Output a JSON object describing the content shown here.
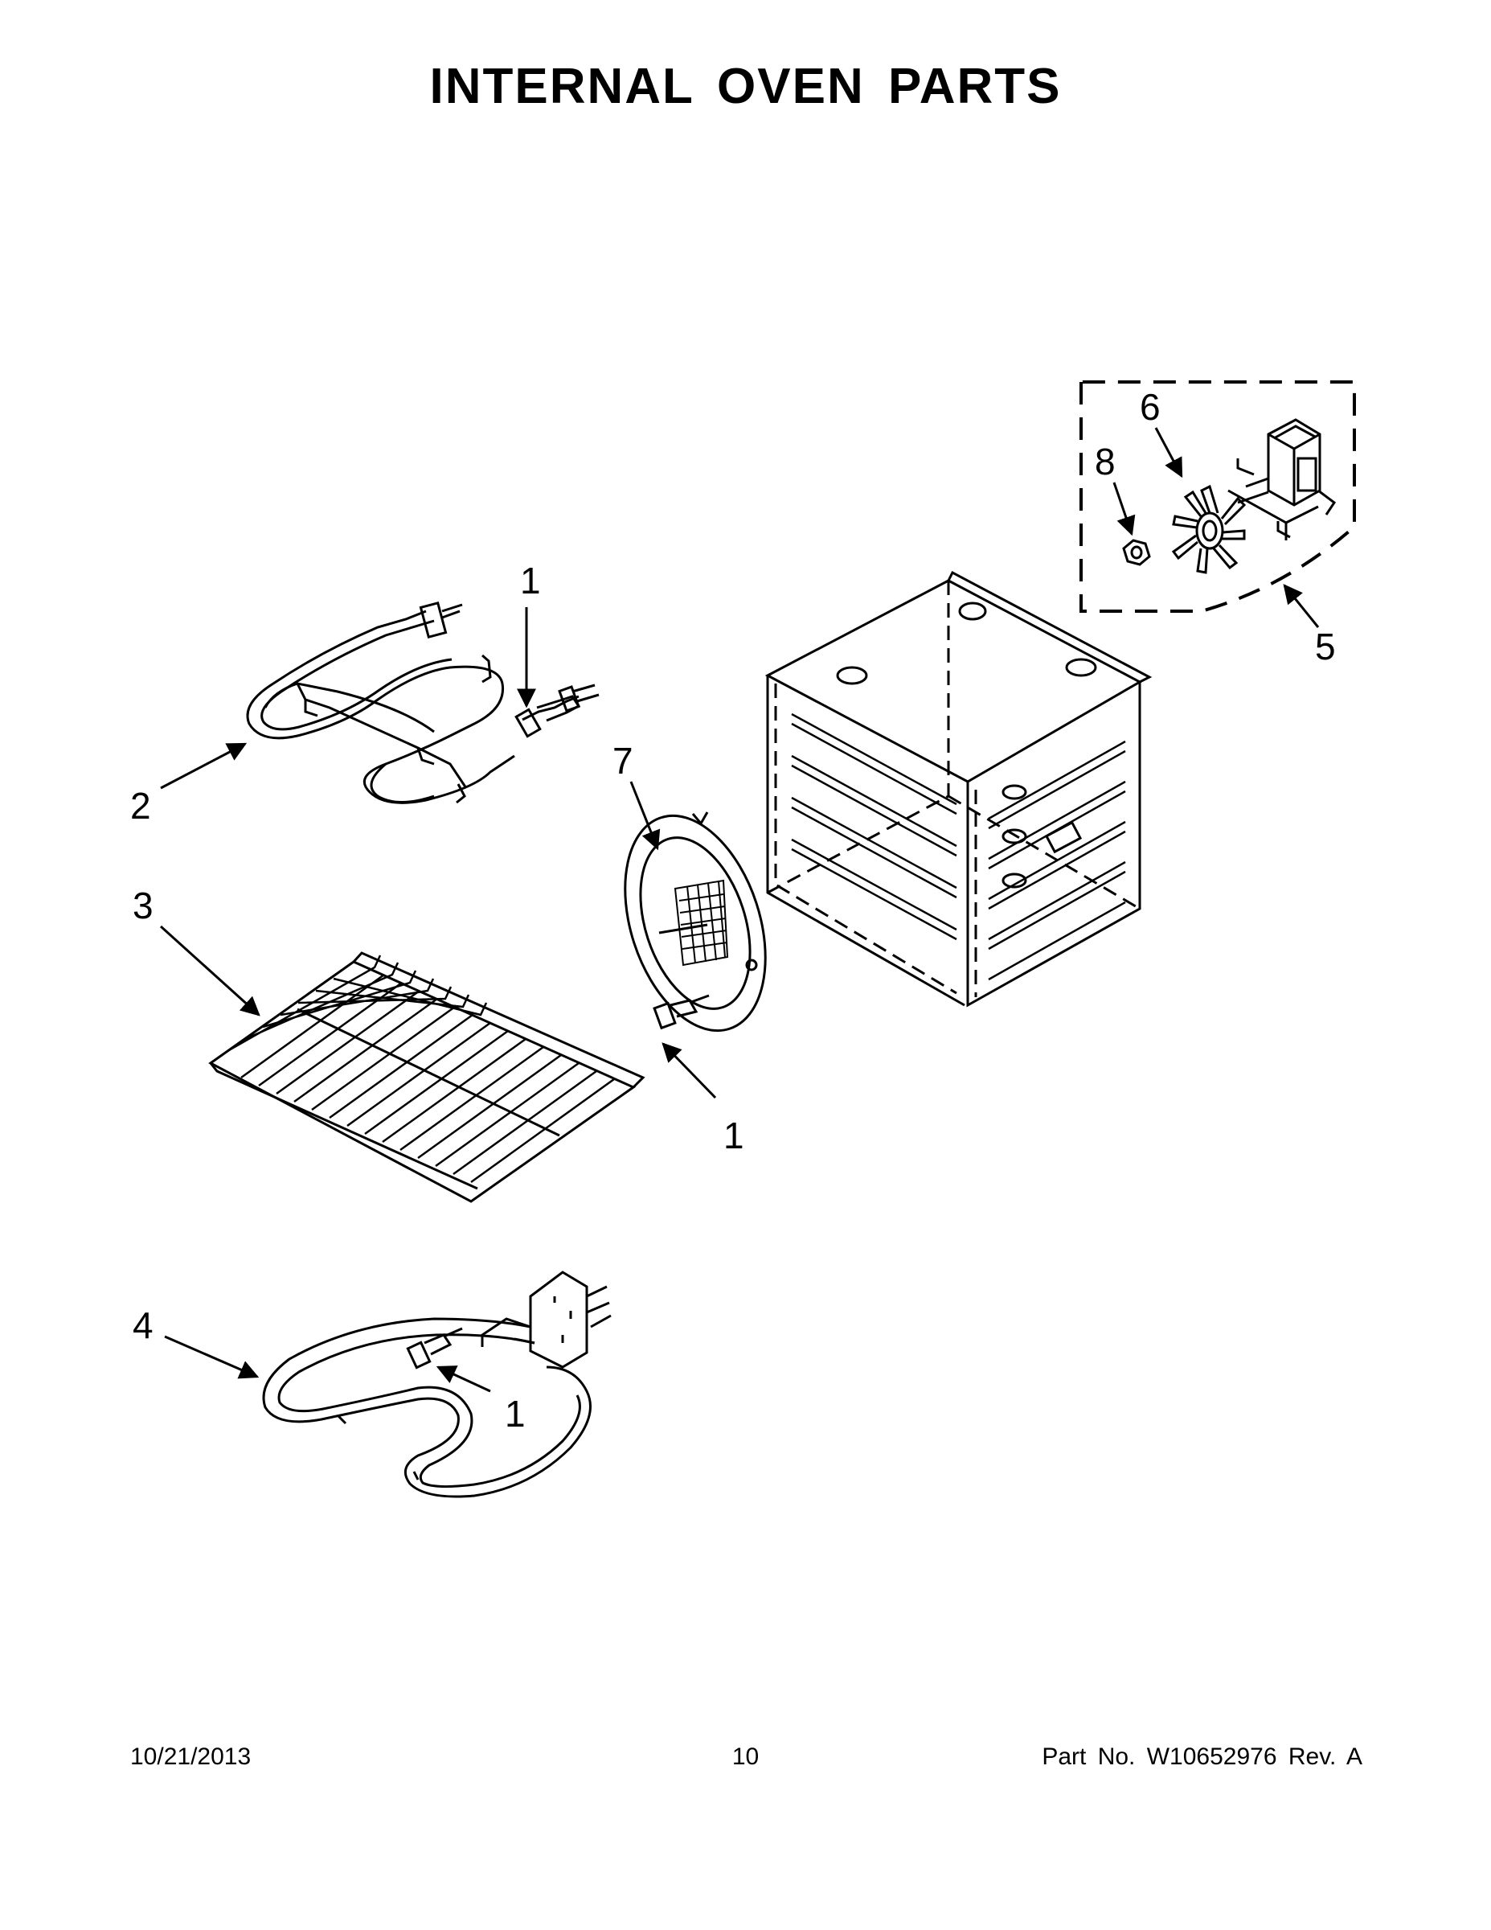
{
  "title": "INTERNAL OVEN PARTS",
  "callouts": [
    "1",
    "2",
    "3",
    "4",
    "5",
    "6",
    "7",
    "8",
    "1",
    "1"
  ],
  "footer": {
    "date": "10/21/2013",
    "page": "10",
    "part": "Part No.  W10652976  Rev.  A"
  }
}
